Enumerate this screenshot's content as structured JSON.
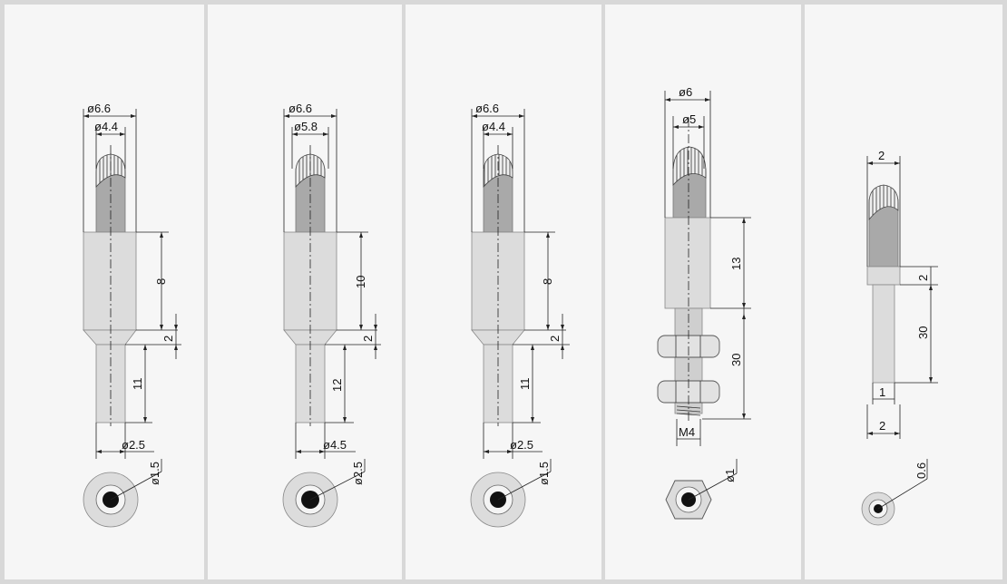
{
  "panels": [
    {
      "label_outer_dia": "ø6.6",
      "label_inner_dia": "ø4.4",
      "label_body_len": "8",
      "label_taper_len": "2",
      "label_tip_len": "11",
      "label_tip_dia": "ø2.5",
      "label_conductor_dia": "ø1.5"
    },
    {
      "label_outer_dia": "ø6.6",
      "label_inner_dia": "ø5.8",
      "label_body_len": "10",
      "label_taper_len": "2",
      "label_tip_len": "12",
      "label_tip_dia": "ø4.5",
      "label_conductor_dia": "ø2.5"
    },
    {
      "label_outer_dia": "ø6.6",
      "label_inner_dia": "ø4.4",
      "label_body_len": "8",
      "label_taper_len": "2",
      "label_tip_len": "11",
      "label_tip_dia": "ø2.5",
      "label_conductor_dia": "ø1.5"
    },
    {
      "label_outer_dia": "ø6",
      "label_inner_dia": "ø5",
      "label_body_len": "13",
      "label_thread_len": "30",
      "label_thread": "M4",
      "label_conductor_dia": "ø1"
    },
    {
      "label_top_width": "2",
      "label_collar_len": "2",
      "label_pin_len": "30",
      "label_pin_width": "1",
      "label_bottom_width": "2",
      "label_conductor_dia": "0.6"
    }
  ]
}
